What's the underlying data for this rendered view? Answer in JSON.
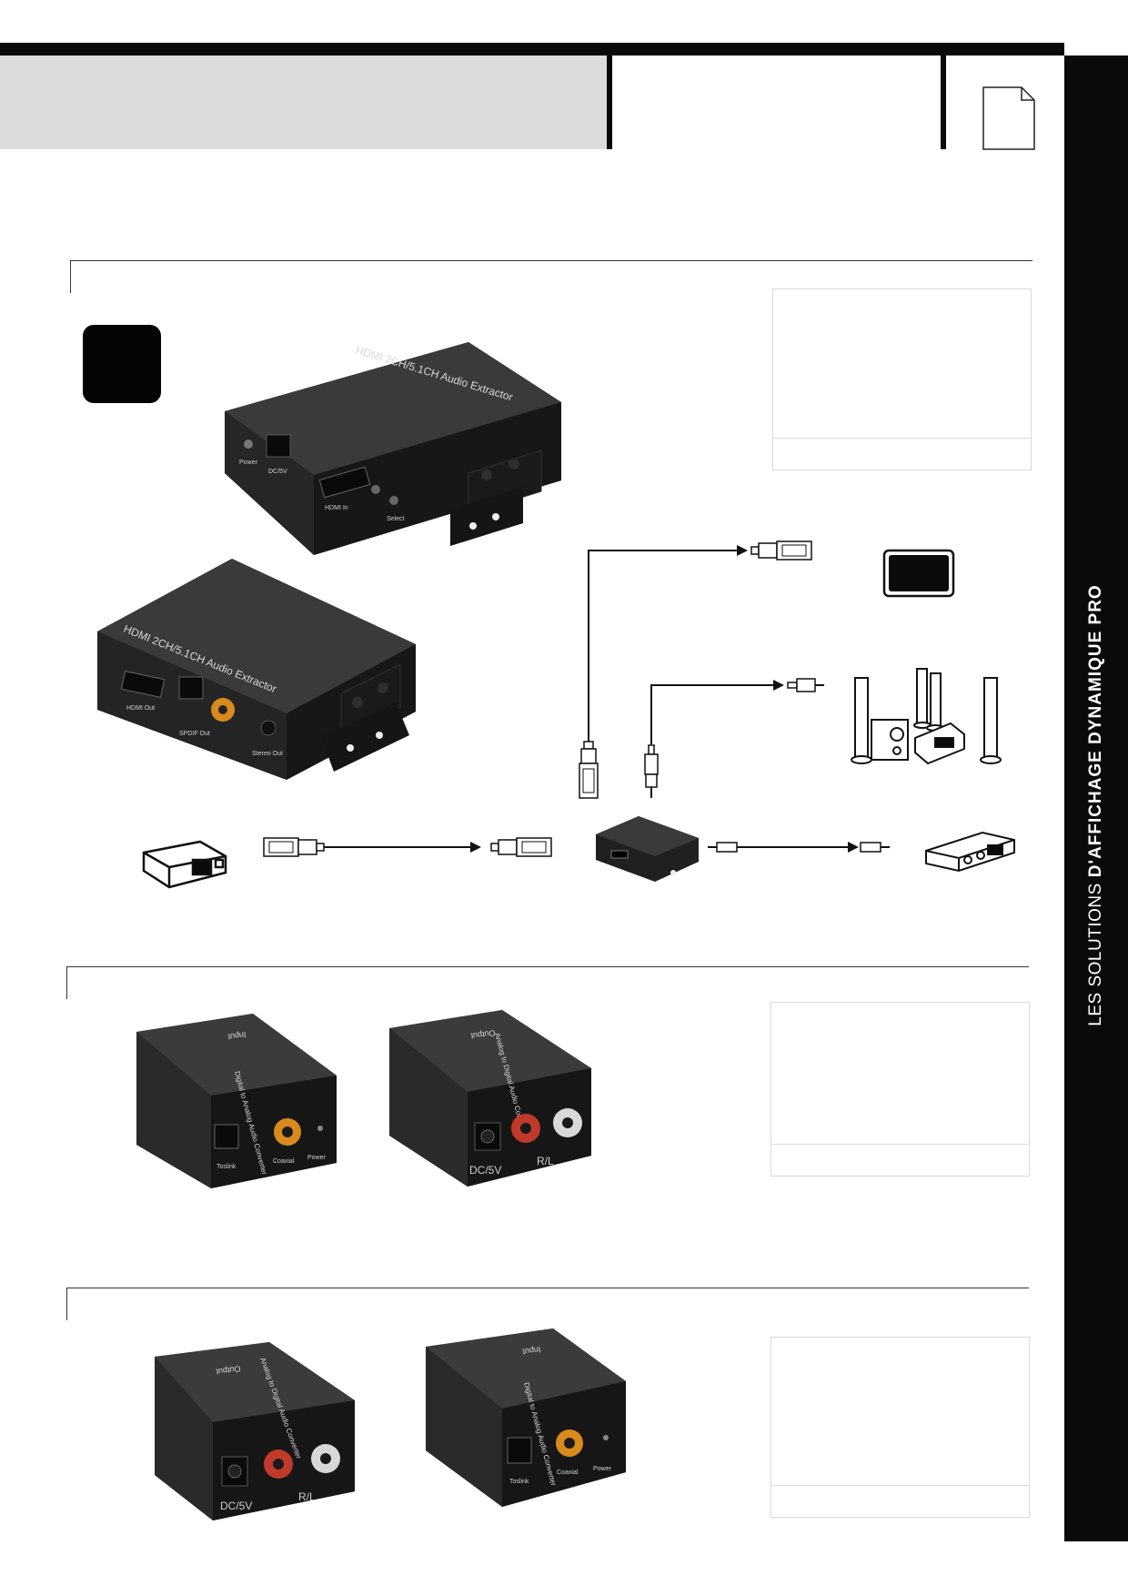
{
  "sidebar": {
    "text_light": "LES SOLUTIONS",
    "text_bold": "D'AFFICHAGE DYNAMIQUE PRO"
  },
  "products": {
    "extractor_label": "HDMI 2CH/5.1CH Audio Extractor",
    "extractor_back_labels": [
      "Power",
      "DC/5V",
      "HDMI In",
      "Select"
    ],
    "extractor_front_labels": [
      "HDMI Out",
      "SPDIF Out",
      "Stereo Out"
    ],
    "converter_a": {
      "top_label": "Input",
      "body_label": "Digital to Analog Audio Converter",
      "port_labels": [
        "Toslink",
        "Coaxial",
        "Power"
      ]
    },
    "converter_b": {
      "top_label": "Output",
      "body_label": "Analog to Digital Audio Converter",
      "port_labels": [
        "DC/5V",
        "R/L"
      ]
    }
  },
  "colors": {
    "black": "#0a0a0a",
    "header_grey": "#dcdcdc",
    "device_body": "#2a2a2a",
    "rca_orange": "#d98a1c",
    "rca_red": "#c0392b"
  }
}
